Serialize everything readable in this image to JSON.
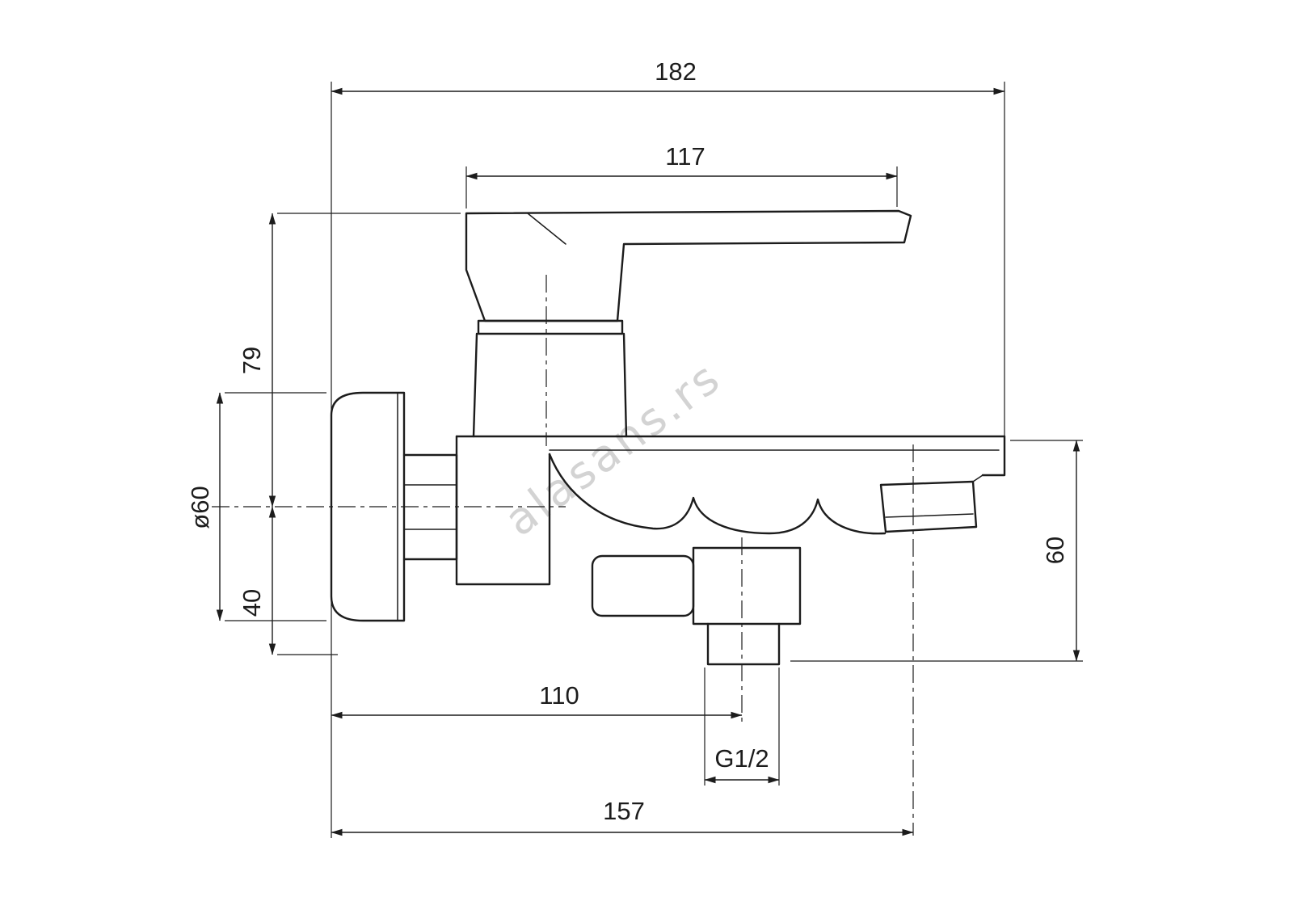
{
  "page": {
    "background": "#ffffff"
  },
  "drawing": {
    "line_color": "#1c1c1c",
    "watermark": "alasans.rs",
    "watermark_color": "#c9c9c9",
    "dimensions": {
      "overall_depth": "182",
      "handle_length": "117",
      "height_above_axis": "79",
      "flange_diameter": "ø60",
      "height_below_axis": "40",
      "spout_drop": "60",
      "outlet_offset": "110",
      "outlet_thread": "G1/2",
      "spout_reach": "157"
    }
  }
}
